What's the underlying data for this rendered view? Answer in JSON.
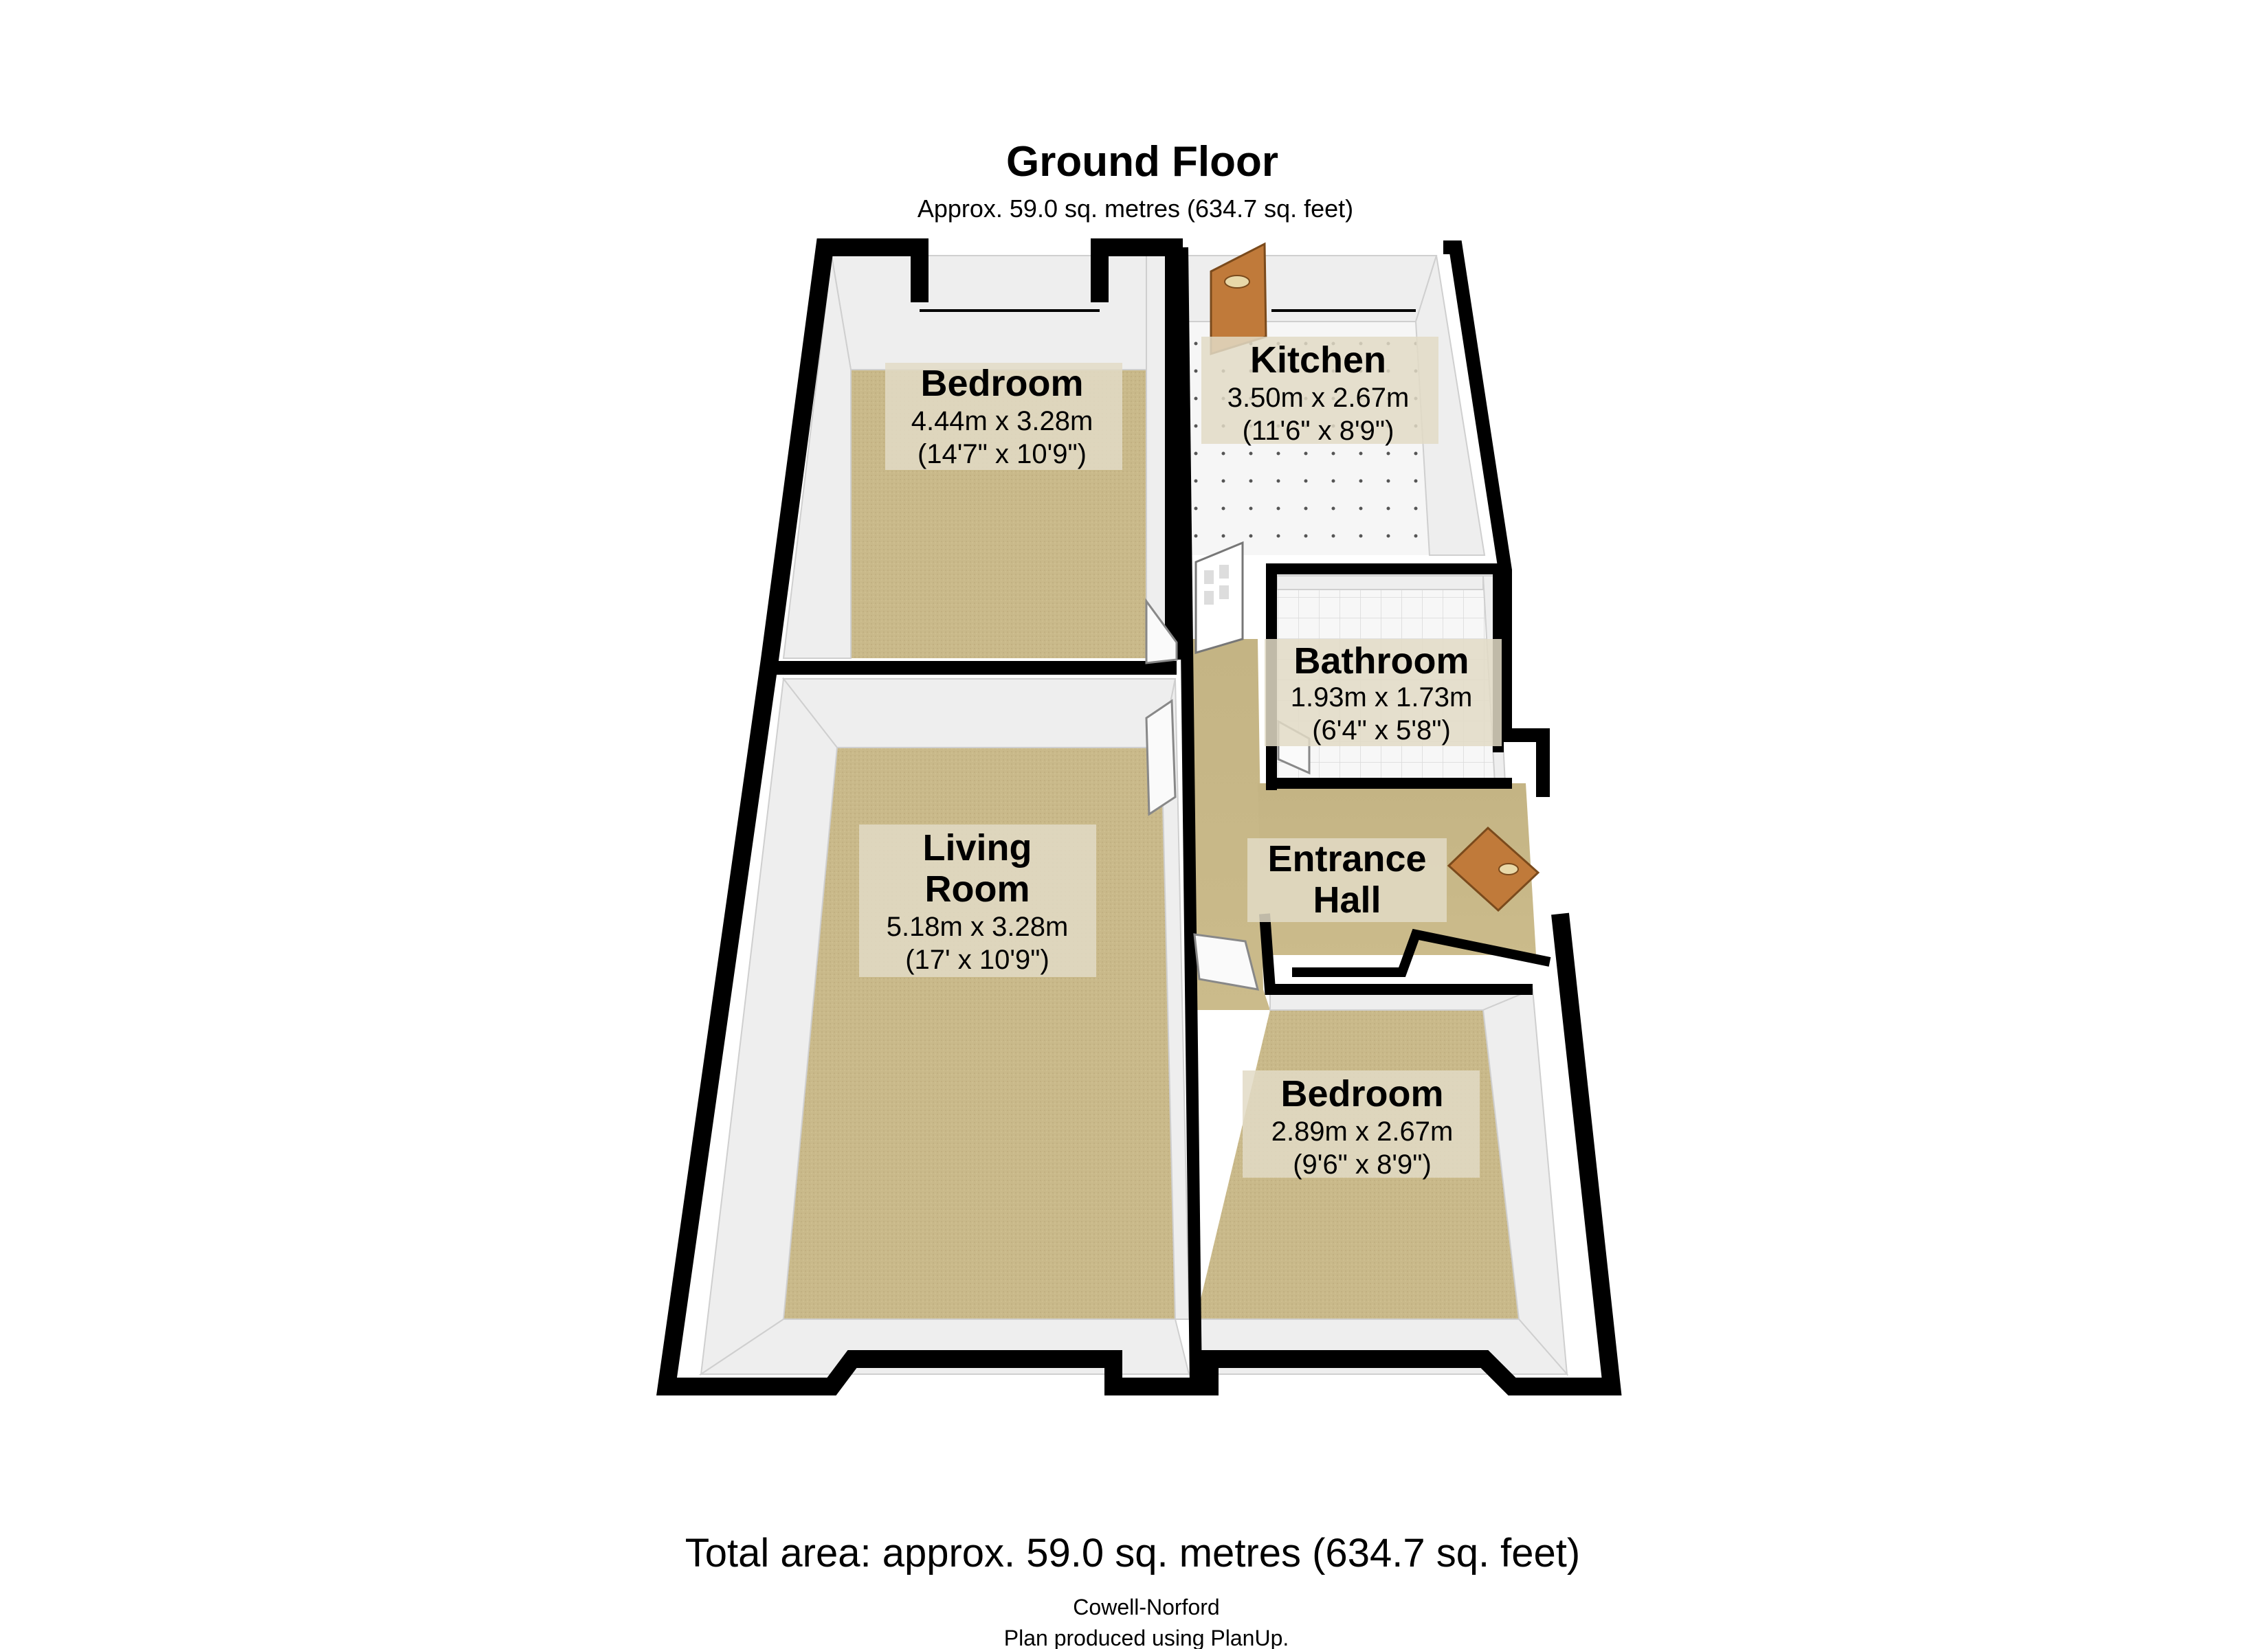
{
  "floor": {
    "title": "Ground Floor",
    "area": "Approx. 59.0 sq. metres (634.7 sq. feet)"
  },
  "rooms": [
    {
      "id": "bedroom-1",
      "name": "Bedroom",
      "metric": "4.44m x 3.28m",
      "imperial": "(14'7\" x 10'9\")"
    },
    {
      "id": "kitchen",
      "name": "Kitchen",
      "metric": "3.50m x 2.67m",
      "imperial": "(11'6\" x 8'9\")"
    },
    {
      "id": "bathroom",
      "name": "Bathroom",
      "metric": "1.93m x 1.73m",
      "imperial": "(6'4\" x 5'8\")"
    },
    {
      "id": "living-room",
      "name_line1": "Living",
      "name_line2": "Room",
      "metric": "5.18m x 3.28m",
      "imperial": "(17' x 10'9\")"
    },
    {
      "id": "entrance-hall",
      "name_line1": "Entrance",
      "name_line2": "Hall"
    },
    {
      "id": "bedroom-2",
      "name": "Bedroom",
      "metric": "2.89m x 2.67m",
      "imperial": "(9'6\" x 8'9\")"
    }
  ],
  "footer": {
    "total_area": "Total area: approx. 59.0 sq. metres (634.7 sq. feet)",
    "agent": "Cowell-Norford",
    "credit": "Plan produced using PlanUp."
  },
  "colors": {
    "wall": "#000000",
    "carpet": "#c9b98a",
    "wall_face": "#f0f0f0",
    "tile": "#f4f4f4",
    "door": "#b87333",
    "label_bg": "#e2dac6"
  }
}
